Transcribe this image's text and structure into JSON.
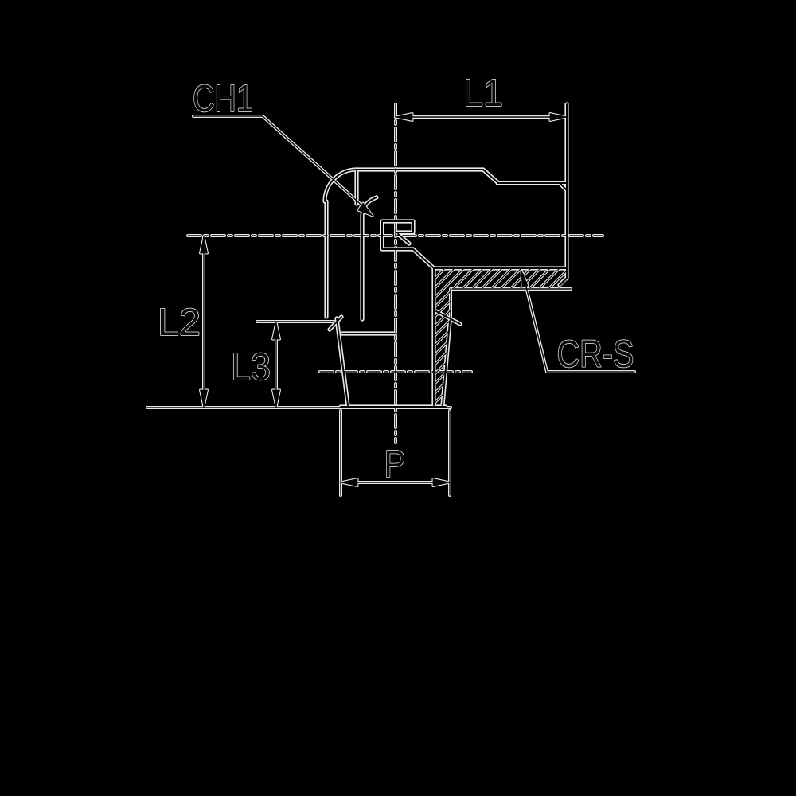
{
  "canvas": {
    "background": "#000000",
    "line_halo_color": "#e9e9e9",
    "line_core_color": "#050505",
    "text_fill_color": "#0a0a0a",
    "text_halo_color": "#efefef"
  },
  "drawing": {
    "type": "technical-dimension-drawing",
    "labels": {
      "ch1": "CH1",
      "l1": "L1",
      "l2": "L2",
      "l3": "L3",
      "p": "P",
      "cr_s": "CR-S"
    }
  }
}
